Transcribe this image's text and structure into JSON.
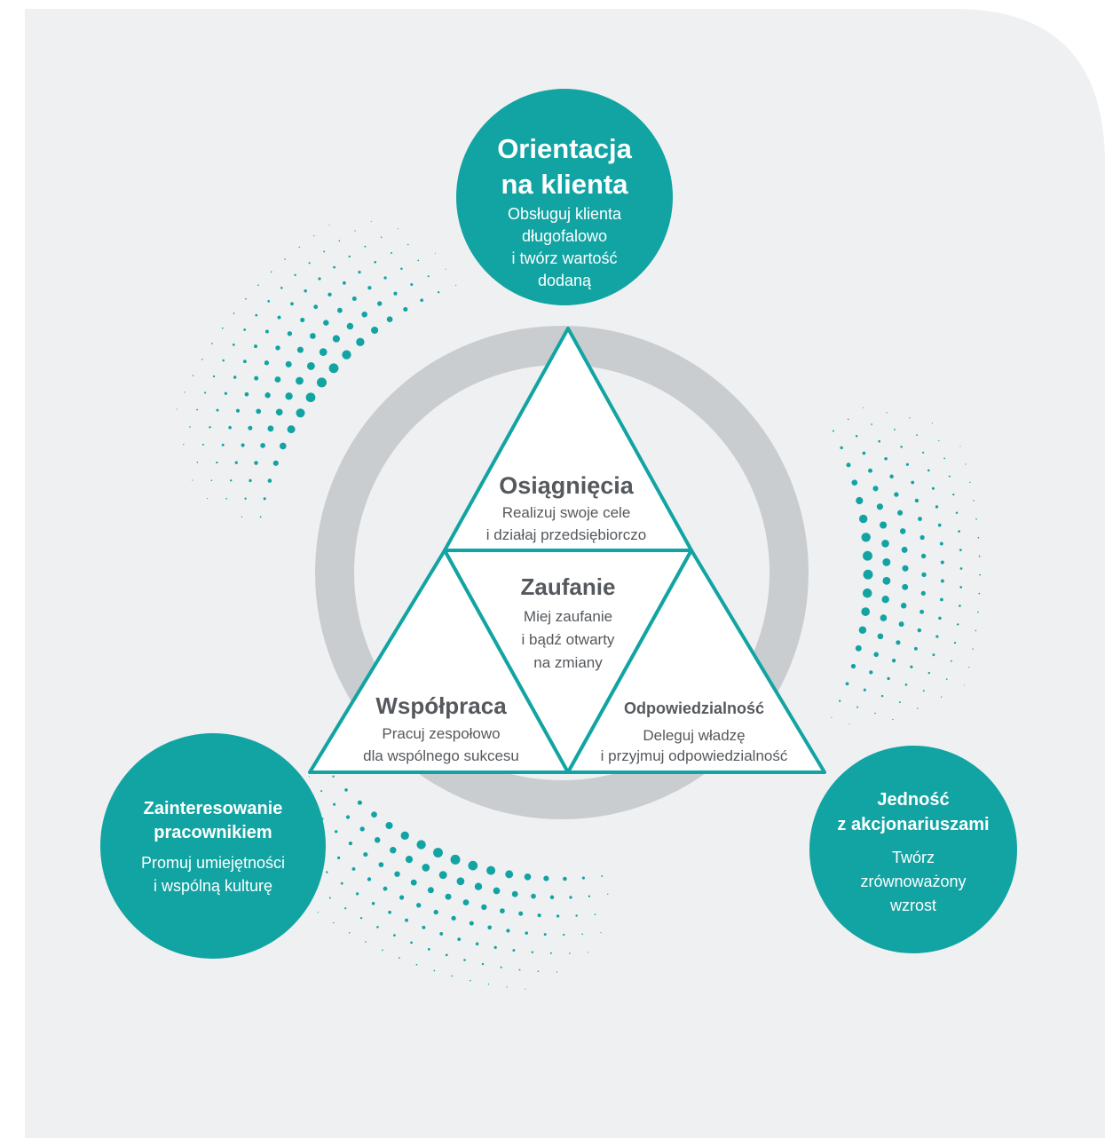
{
  "colors": {
    "background": "#eff0f2",
    "accent": "#12a3a3",
    "ring": "#cacdd0",
    "triangle_fill": "#ffffff",
    "dark_text": "#55595d"
  },
  "center": {
    "top": {
      "title": "Osiągnięcia",
      "lines": [
        "Realizuj swoje cele",
        "i działaj przedsiębiorczo"
      ]
    },
    "middle": {
      "title": "Zaufanie",
      "lines": [
        "Miej zaufanie",
        "i bądź otwarty",
        "na zmiany"
      ]
    },
    "left": {
      "title": "Współpraca",
      "lines": [
        "Pracuj zespołowo",
        "dla wspólnego sukcesu"
      ]
    },
    "right": {
      "title": "Odpowiedzialność",
      "lines": [
        "Deleguj władzę",
        "i przyjmuj odpowiedzialność"
      ]
    }
  },
  "circles": {
    "customer": {
      "title_lines": [
        "Orientacja",
        "na klienta"
      ],
      "lines": [
        "Obsługuj klienta",
        "długofalowo",
        "i twórz wartość",
        "dodaną"
      ]
    },
    "employee": {
      "title_lines": [
        "Zainteresowanie",
        "pracownikiem"
      ],
      "lines": [
        "Promuj umiejętności",
        "i wspólną kulturę"
      ]
    },
    "shareholder": {
      "title_lines": [
        "Jedność",
        "z akcjonariuszami"
      ],
      "lines": [
        "Twórz",
        "zrównoważony",
        "wzrost"
      ]
    }
  }
}
